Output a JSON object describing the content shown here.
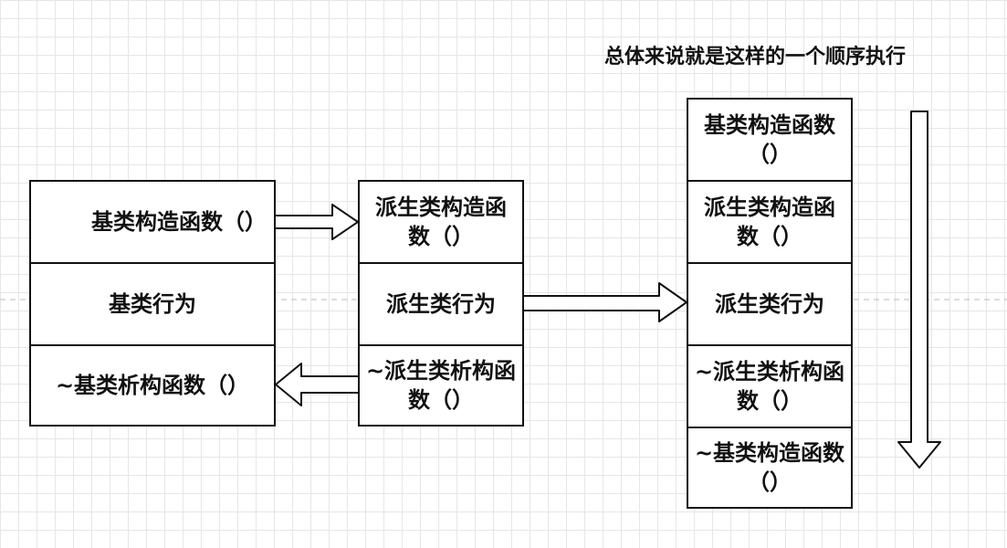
{
  "title": "总体来说就是这样的一个顺序执行",
  "left_column": [
    "基类构造函数（）",
    "基类行为",
    "~基类析构函数（）"
  ],
  "middle_column": [
    "派生类构造函数（）",
    "派生类行为",
    "~派生类析构函数（）"
  ],
  "right_column": [
    "基类构造函数（）",
    "派生类构造函数（）",
    "派生类行为",
    "~派生类析构函数（）",
    "~基类构造函数（）"
  ]
}
